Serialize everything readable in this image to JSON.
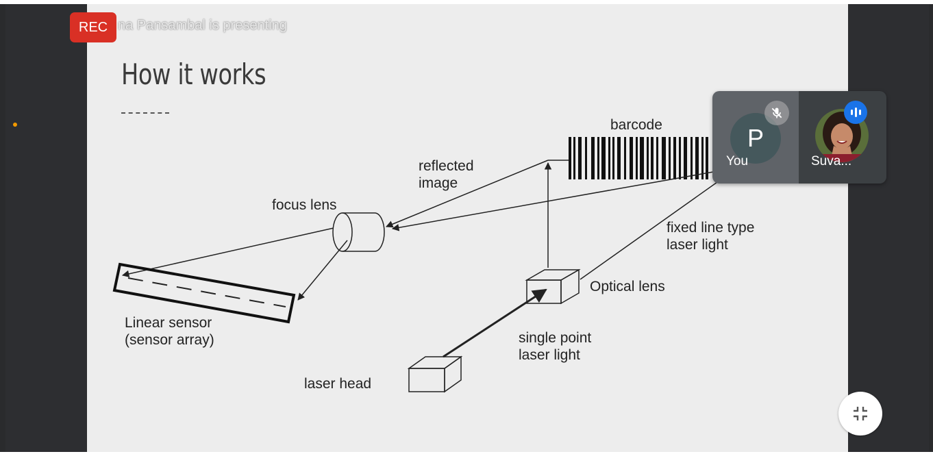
{
  "meeting": {
    "presenting_text": "na Pansambal is presenting",
    "rec_label": "REC"
  },
  "slide": {
    "title": "How it works",
    "diagram_labels": {
      "barcode": "barcode",
      "reflected_line1": "reflected",
      "reflected_line2": "image",
      "focus_lens": "focus lens",
      "fixed_line1": "fixed line type",
      "fixed_line2": "laser light",
      "optical_lens": "Optical lens",
      "linear_sensor_line1": "Linear sensor",
      "linear_sensor_line2": "(sensor array)",
      "single_point_line1": "single point",
      "single_point_line2": "laser light",
      "laser_head": "laser head"
    }
  },
  "participants": [
    {
      "initial": "P",
      "name": "You",
      "muted": true,
      "avatar_color": "#45585c"
    },
    {
      "name": "Suva...",
      "speaking": true
    }
  ],
  "colors": {
    "rec_badge": "#d93025",
    "speaking_badge": "#1a73e8",
    "presence_dot": "#f29900",
    "panel_background": "#2d2e31"
  },
  "icons": {
    "muted": "mic-off-icon",
    "speaking": "audio-bars-icon",
    "exit_fullscreen": "exit-fullscreen-icon"
  }
}
